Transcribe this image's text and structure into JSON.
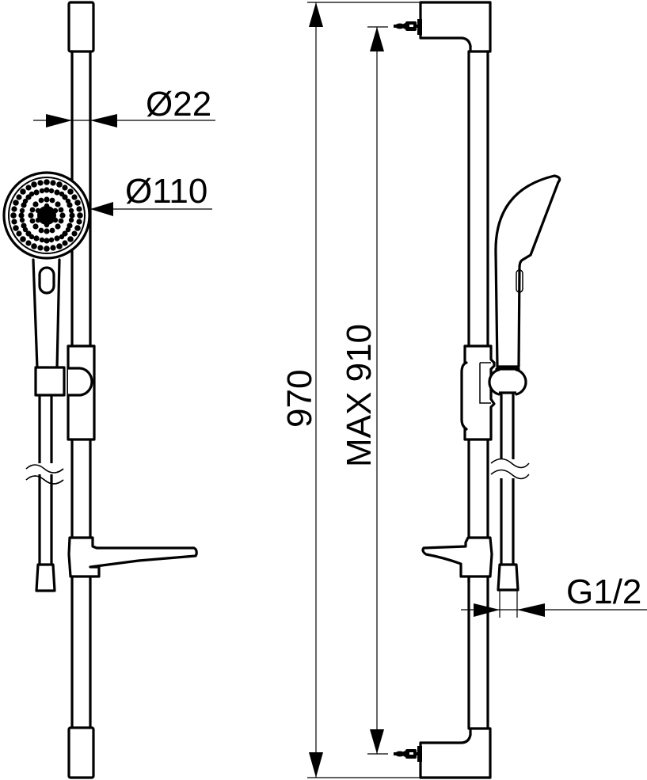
{
  "drawing": {
    "type": "technical-dimension-drawing",
    "subject": "shower rail set with hand shower and soap dish",
    "colors": {
      "line": "#000000",
      "background": "#ffffff"
    },
    "views": [
      {
        "name": "front-view",
        "position": "left"
      },
      {
        "name": "side-view",
        "position": "right"
      }
    ],
    "dimensions": {
      "rail_diameter": "Ø22",
      "shower_head_diameter": "Ø110",
      "overall_height": "970",
      "max_mount_distance": "MAX 910",
      "hose_connection": "G1/2"
    }
  }
}
